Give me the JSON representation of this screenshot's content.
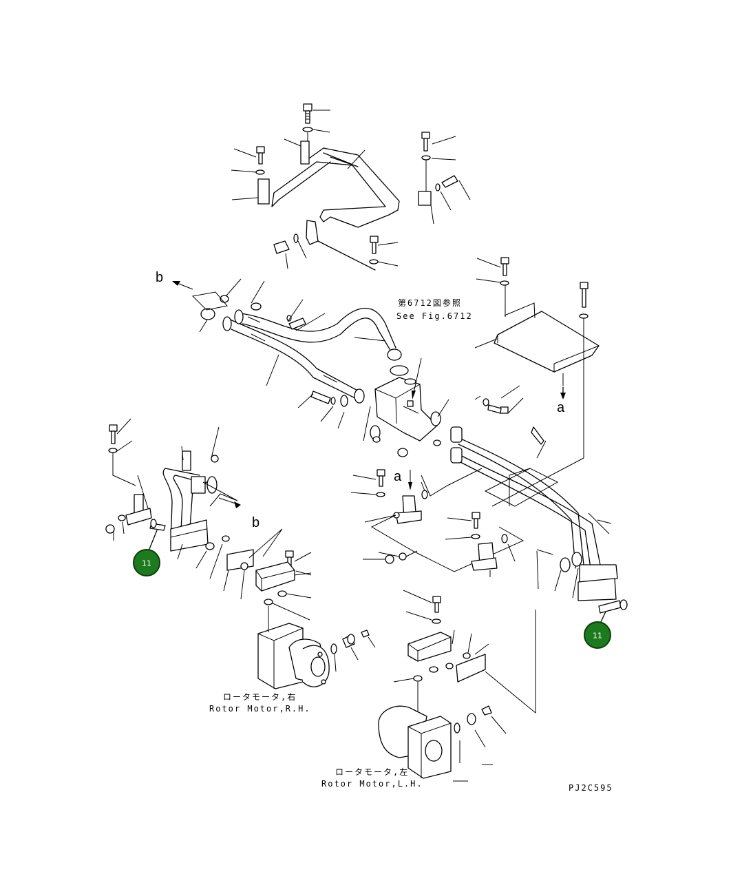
{
  "figure_code": "PJ2C595",
  "reference": {
    "jp": "第6712図参照",
    "en": "See Fig.6712"
  },
  "markers": {
    "a_top": "a",
    "a_mid": "a",
    "b_left": "b",
    "b_mid": "b"
  },
  "labels": {
    "motor_rh_jp": "ロータモータ,右",
    "motor_rh_en": "Rotor Motor,R.H.",
    "motor_lh_jp": "ロータモータ,左",
    "motor_lh_en": "Rotor Motor,L.H."
  },
  "callouts": [
    {
      "number": "11"
    },
    {
      "number": "11"
    }
  ],
  "colors": {
    "callout_fill": "#1e7a1e",
    "line": "#000000",
    "background": "#ffffff"
  }
}
